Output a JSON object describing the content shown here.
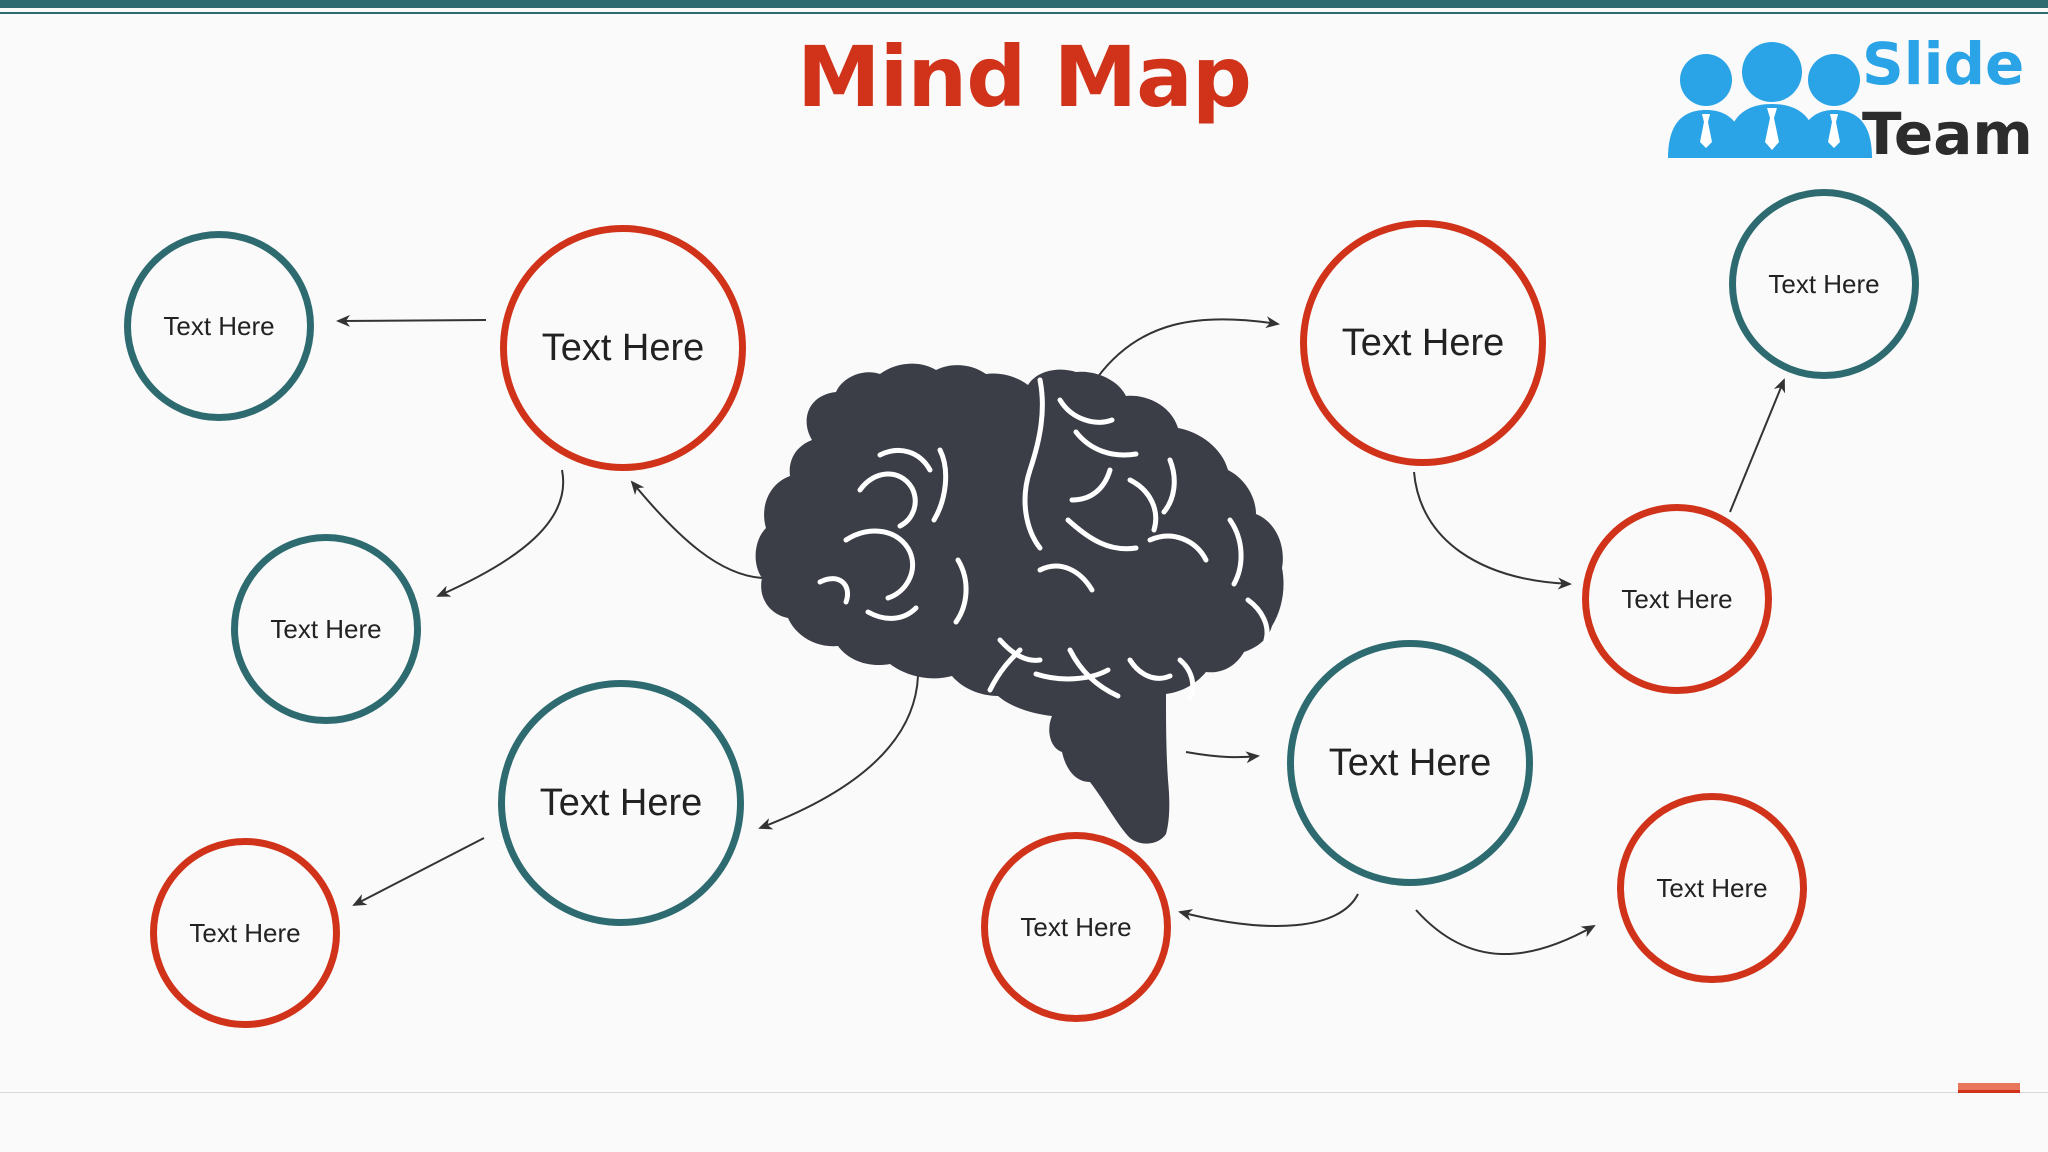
{
  "slide": {
    "title": "Mind Map"
  },
  "logo": {
    "word_1": "Slide",
    "word_2": "Team"
  },
  "colors": {
    "red": "#d0331a",
    "teal": "#2e6b70",
    "brain": "#3b3e47",
    "logo_blue": "#2aa4e6"
  },
  "center": {
    "icon": "brain-icon"
  },
  "nodes": [
    {
      "id": "top-left-main",
      "label": "Text Here",
      "color": "red"
    },
    {
      "id": "top-left-leaf",
      "label": "Text Here",
      "color": "teal"
    },
    {
      "id": "mid-left-leaf",
      "label": "Text Here",
      "color": "teal"
    },
    {
      "id": "bottom-left-main",
      "label": "Text Here",
      "color": "teal"
    },
    {
      "id": "bottom-left-leaf",
      "label": "Text Here",
      "color": "red"
    },
    {
      "id": "top-right-main",
      "label": "Text Here",
      "color": "red"
    },
    {
      "id": "right-mid-leaf",
      "label": "Text Here",
      "color": "red"
    },
    {
      "id": "top-right-leaf",
      "label": "Text Here",
      "color": "teal"
    },
    {
      "id": "bottom-right-main",
      "label": "Text Here",
      "color": "teal"
    },
    {
      "id": "bottom-center-leaf",
      "label": "Text Here",
      "color": "red"
    },
    {
      "id": "bottom-right-leaf",
      "label": "Text Here",
      "color": "red"
    }
  ]
}
